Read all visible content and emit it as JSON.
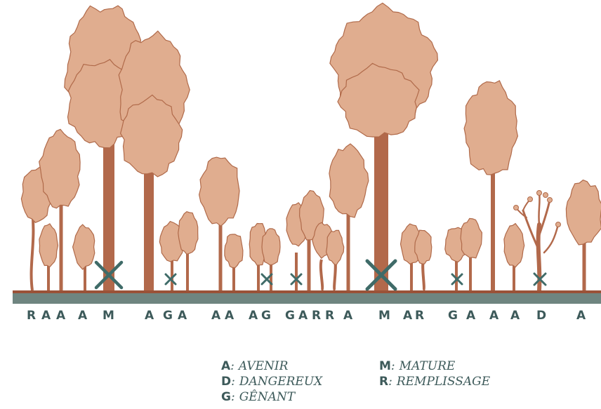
{
  "tree_labels": [
    "R",
    "A",
    "A",
    "A",
    "M",
    "A",
    "G",
    "A",
    "A",
    "A",
    "A",
    "G",
    "G",
    "A",
    "R",
    "R",
    "A",
    "M",
    "A",
    "R",
    "G",
    "A",
    "A",
    "A",
    "D",
    "A"
  ],
  "legend": [
    {
      "key": "A",
      "text": "AVENIR"
    },
    {
      "key": "D",
      "text": "DANGEREUX"
    },
    {
      "key": "G",
      "text": "GÊNANT"
    },
    {
      "key": "M",
      "text": "MATURE"
    },
    {
      "key": "R",
      "text": "REMPLISSAGE"
    }
  ],
  "legend_separator": ":",
  "colors": {
    "crown": "#e0ad8f",
    "crown_edge": "#b06a4a",
    "trunk": "#b2694b",
    "ground": "#6f8580",
    "ground_top": "#9a5238",
    "mark": "#3f6b68",
    "text": "#3d5a5a"
  }
}
